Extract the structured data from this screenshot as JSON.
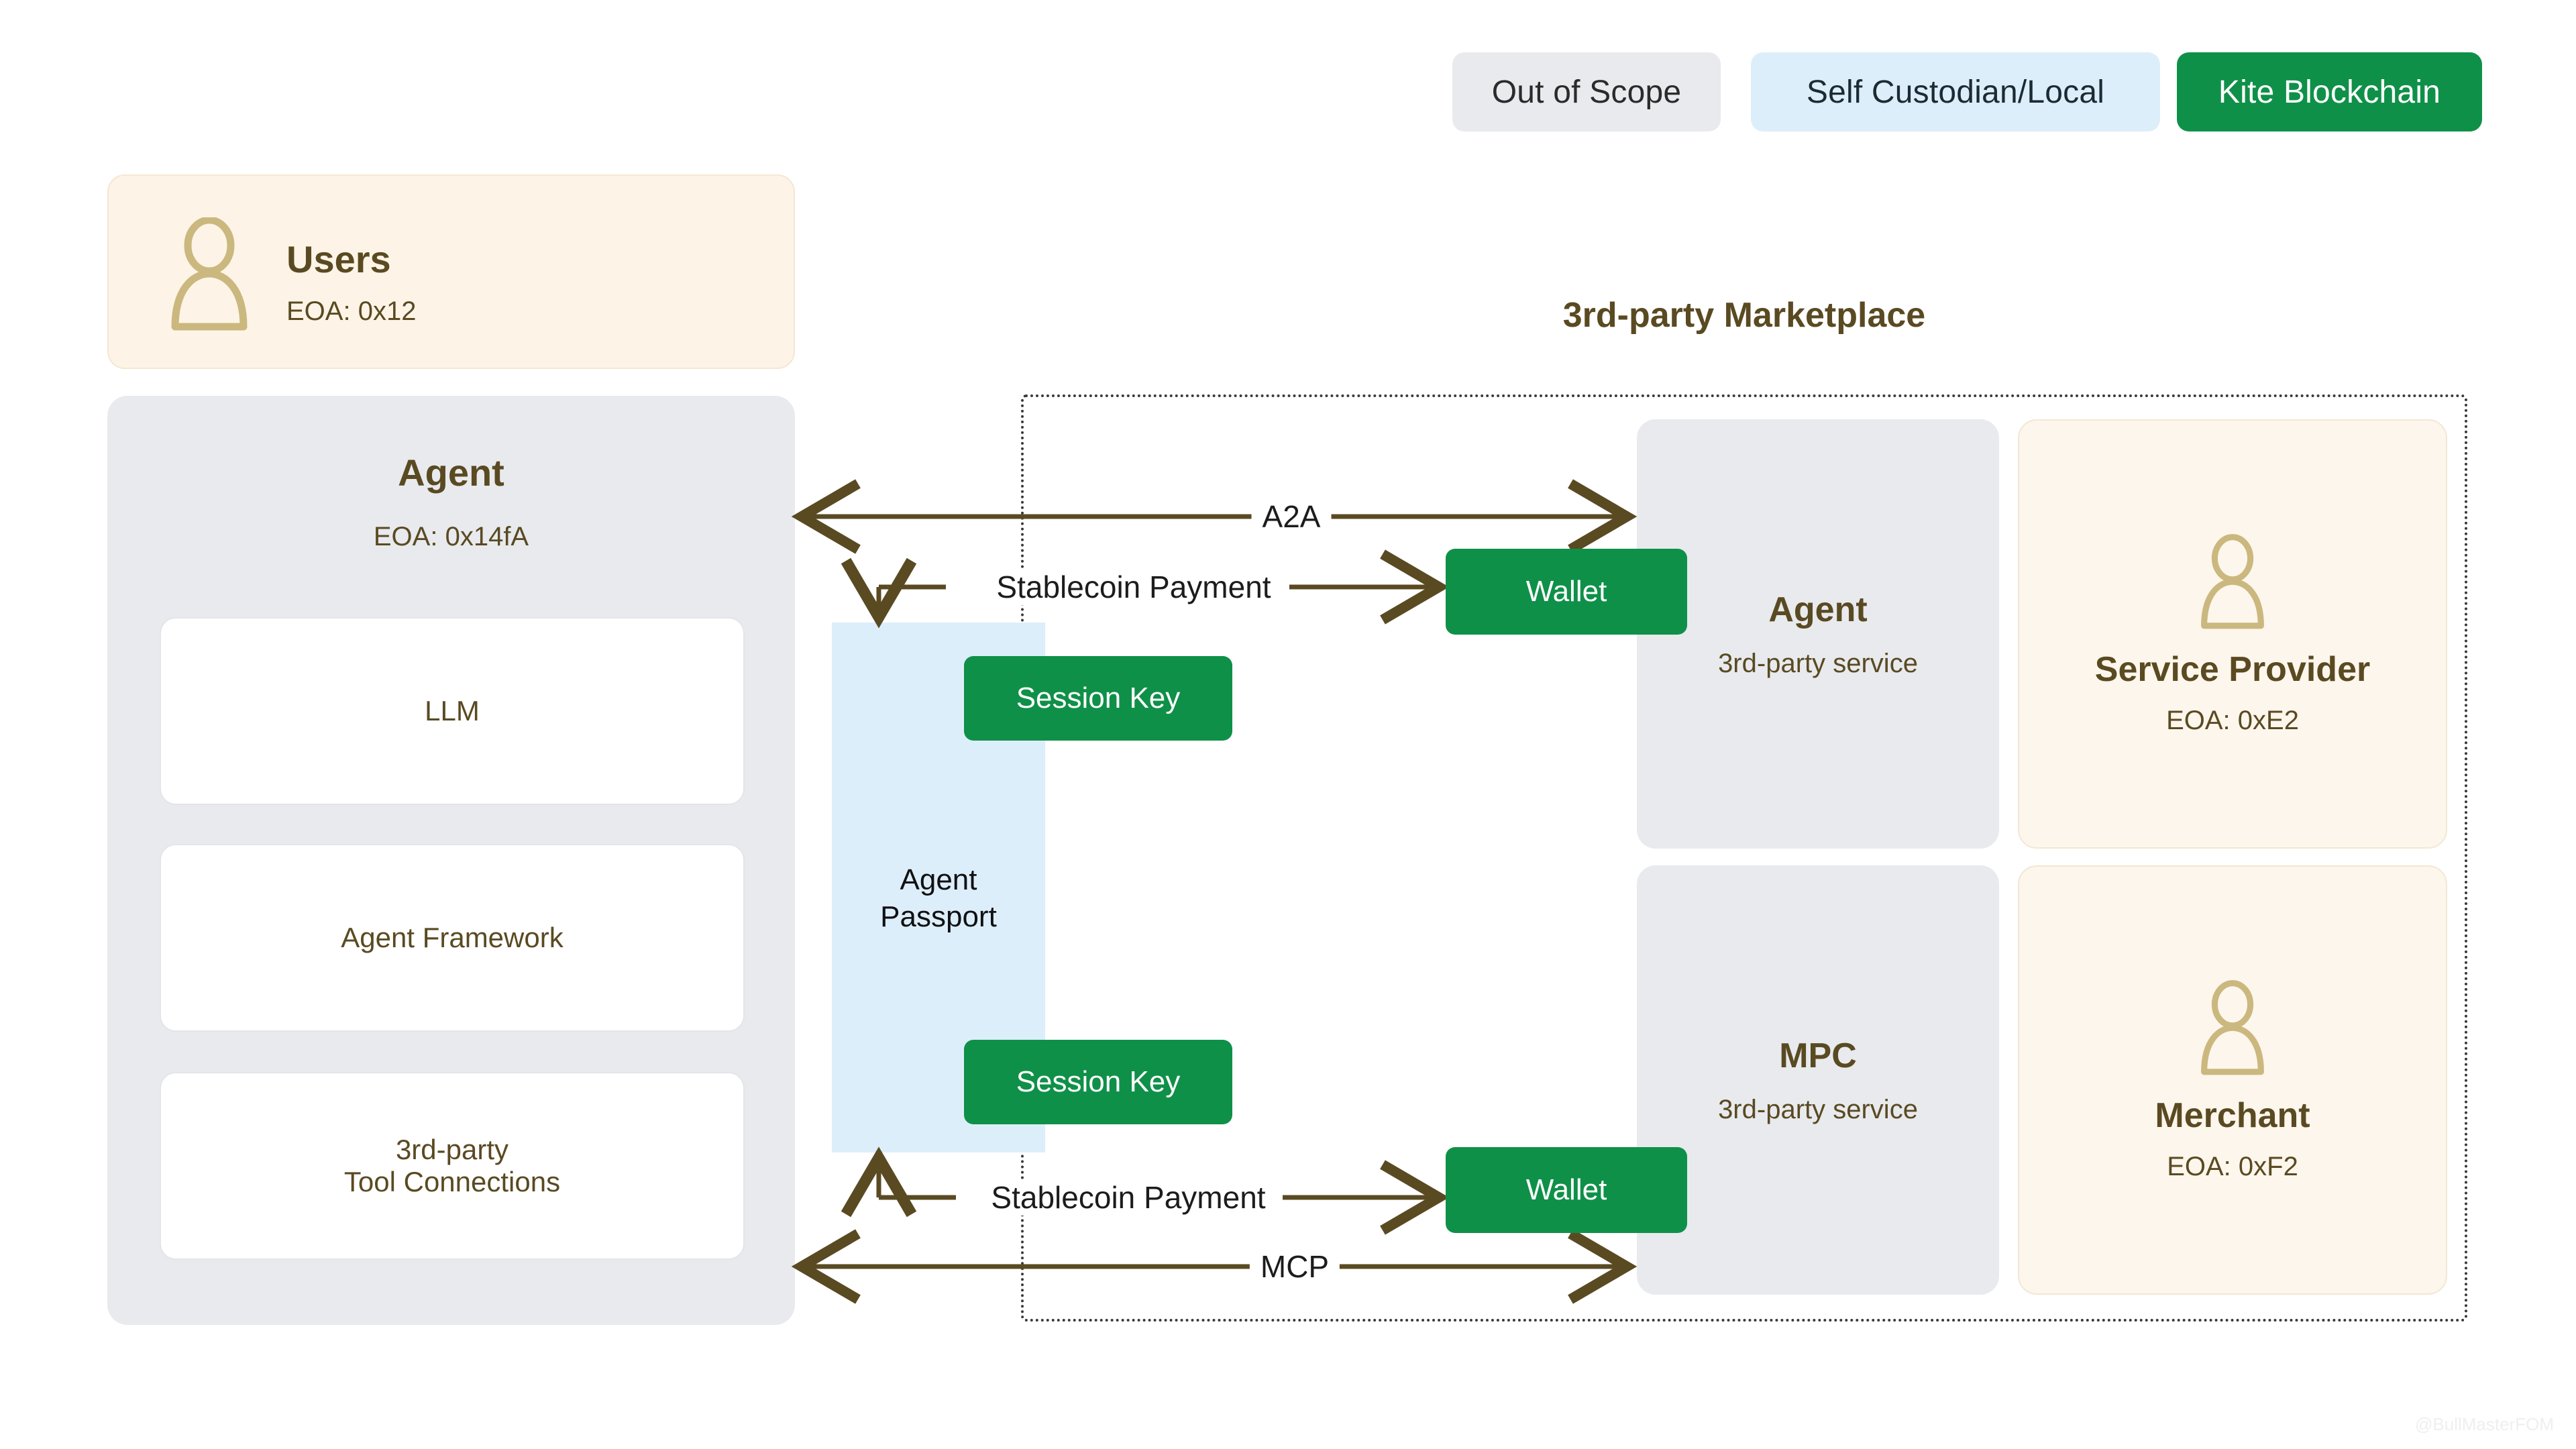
{
  "legend": {
    "items": [
      {
        "label": "Out of Scope",
        "color": "#e9eaee",
        "name": "legend-out-of-scope"
      },
      {
        "label": "Self Custodian/Local",
        "color": "#ddeefb",
        "name": "legend-self-custodian"
      },
      {
        "label": "Kite Blockchain",
        "color": "#0f9048",
        "name": "legend-kite-blockchain"
      }
    ]
  },
  "users_card": {
    "title": "Users",
    "eoa": "EOA: 0x12",
    "icon": "person-icon"
  },
  "agent_panel": {
    "title": "Agent",
    "eoa": "EOA: 0x14fA",
    "modules": [
      {
        "label": "LLM"
      },
      {
        "label": "Agent Framework"
      },
      {
        "label": "3rd-party\nTool Connections",
        "line1": "3rd-party",
        "line2": "Tool Connections"
      }
    ]
  },
  "passport": {
    "label_line1": "Agent",
    "label_line2": "Passport",
    "session_keys": [
      {
        "label": "Session Key"
      },
      {
        "label": "Session Key"
      }
    ]
  },
  "connections": [
    {
      "id": "a2a",
      "label": "A2A",
      "style": "bidirectional"
    },
    {
      "id": "stablecoin-top",
      "label": "Stablecoin Payment",
      "style": "elbow-down-right"
    },
    {
      "id": "stablecoin-bottom",
      "label": "Stablecoin Payment",
      "style": "elbow-up-right"
    },
    {
      "id": "mcp",
      "label": "MCP",
      "style": "bidirectional"
    }
  ],
  "marketplace": {
    "title": "3rd-party Marketplace",
    "wallets": [
      {
        "label": "Wallet"
      },
      {
        "label": "Wallet"
      }
    ],
    "services": [
      {
        "title": "Agent",
        "subtitle": "3rd-party service"
      },
      {
        "title": "MPC",
        "subtitle": "3rd-party service"
      }
    ],
    "parties": [
      {
        "title": "Service Provider",
        "eoa": "EOA: 0xE2",
        "icon": "person-icon"
      },
      {
        "title": "Merchant",
        "eoa": "EOA: 0xF2",
        "icon": "person-icon"
      }
    ]
  },
  "watermark": {
    "text": "@BullMasterFOM"
  },
  "colors": {
    "kite_green": "#0f9048",
    "self_custodian_blue": "#ddeefb",
    "out_of_scope_gray": "#e9eaee",
    "cream": "#fdf6ec",
    "olive_text": "#5a4a22",
    "gold_icon": "#cbb87f",
    "arrow": "#5a4a22"
  }
}
